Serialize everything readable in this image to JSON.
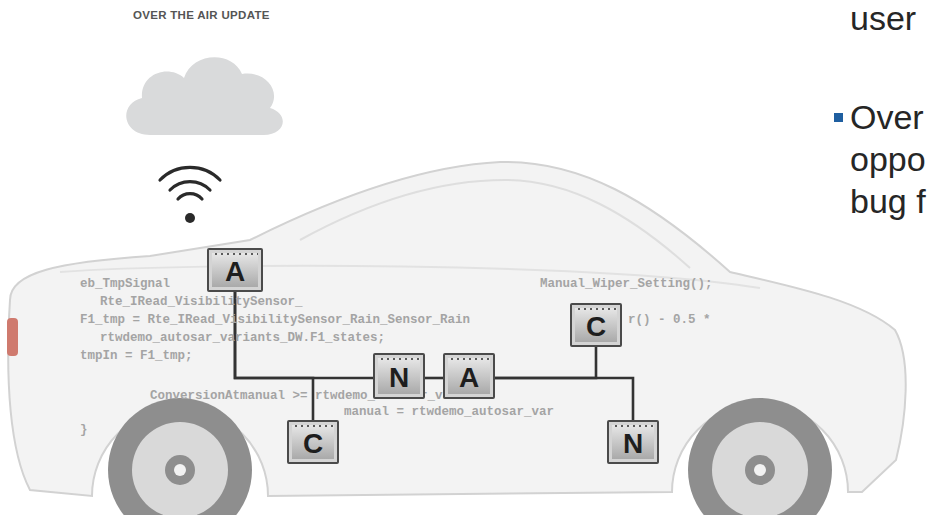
{
  "diagram": {
    "nodes": [
      {
        "text": [
          "A"
        ]
      },
      {
        "text": [
          "C"
        ]
      },
      {
        "text": [
          "N"
        ]
      },
      {
        "text": [
          "A"
        ]
      },
      {
        "text": [
          "C"
        ]
      },
      {
        "text": [
          "N"
        ]
      }
    ],
    "edges": [
      {
        "from": 0,
        "to": 2,
        "arrow": "none"
      },
      {
        "from": 0,
        "to": 4,
        "arrow": "none"
      },
      {
        "from": 2,
        "to": 3,
        "arrow": "none"
      },
      {
        "from": 3,
        "to": 1,
        "arrow": "none"
      },
      {
        "from": 3,
        "to": 5,
        "arrow": "none"
      }
    ],
    "labels": [
      "OVER THE AIR UPDATE",
      "eb_TmpSignal",
      "Manual_Wiper_Setting();",
      "Rte_IRead_VisibilitySensor_",
      "F1_tmp = Rte_IRead_VisibilitySensor_Rain_Sensor_Rain",
      "r() - 0.5 *",
      "rtwdemo_autosar_variants_DW.F1_states;",
      "tmpIn = F1_tmp;",
      "ConversionAtmanual >= rtwdemo_autosar_variant",
      "manual = rtwdemo_autosar_var",
      "}",
      "user",
      "Over",
      "oppo",
      "bug f"
    ]
  }
}
